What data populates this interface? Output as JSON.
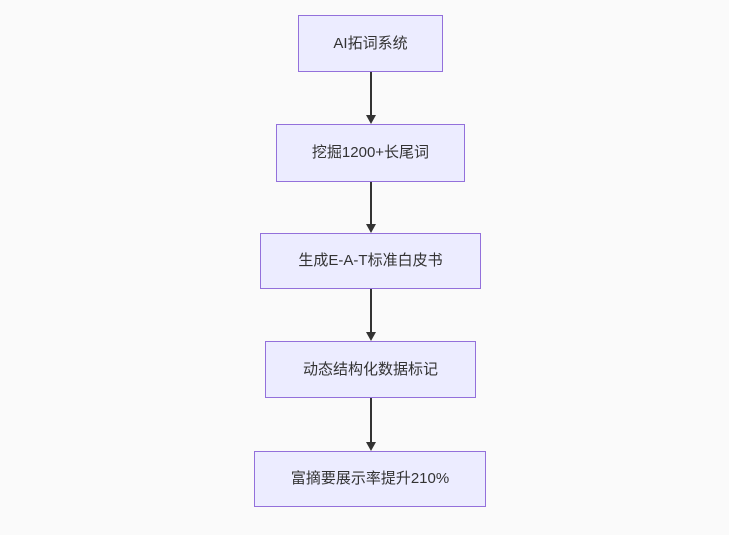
{
  "diagram": {
    "type": "flowchart",
    "direction": "top-down",
    "nodes": [
      {
        "label": "AI拓词系统"
      },
      {
        "label": "挖掘1200+长尾词"
      },
      {
        "label": "生成E-A-T标准白皮书"
      },
      {
        "label": "动态结构化数据标记"
      },
      {
        "label": "富摘要展示率提升210%"
      }
    ],
    "edges": [
      {
        "from": "AI拓词系统",
        "to": "挖掘1200+长尾词"
      },
      {
        "from": "挖掘1200+长尾词",
        "to": "生成E-A-T标准白皮书"
      },
      {
        "from": "生成E-A-T标准白皮书",
        "to": "动态结构化数据标记"
      },
      {
        "from": "动态结构化数据标记",
        "to": "富摘要展示率提升210%"
      }
    ],
    "colors": {
      "background": "#fafafa",
      "node_fill": "#ECECFF",
      "node_border": "#9370DB",
      "text": "#333333",
      "arrow": "#333333"
    }
  }
}
